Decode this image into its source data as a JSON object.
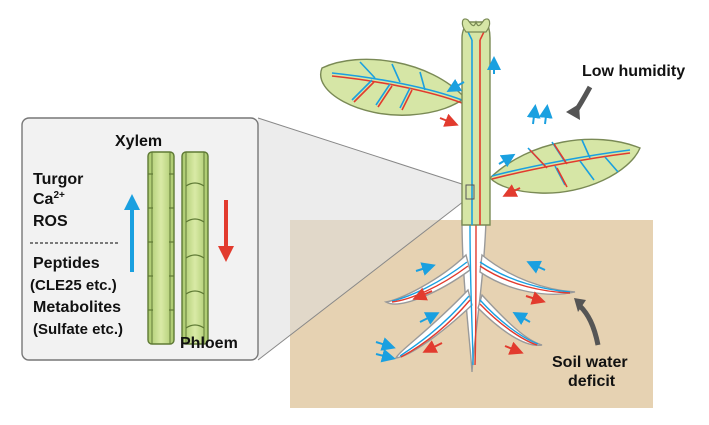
{
  "labels": {
    "low_humidity": "Low humidity",
    "soil_water_deficit_line1": "Soil water",
    "soil_water_deficit_line2": "deficit",
    "xylem": "Xylem",
    "phloem": "Phloem",
    "turgor": "Turgor",
    "ca_base": "Ca",
    "ca_sup": "2+",
    "ros": "ROS",
    "peptides": "Peptides",
    "cle25": "(CLE25 etc.)",
    "metabolites": "Metabolites",
    "sulfate": "(Sulfate etc.)"
  },
  "colors": {
    "xylem_flow": "#1aa0e0",
    "phloem_flow": "#e23b2e",
    "leaf_fill": "#d6e6a6",
    "soil_fill": "#e6d2b2",
    "callout_fill": "#f2f2f2",
    "stimulus_arrow": "#555555"
  }
}
